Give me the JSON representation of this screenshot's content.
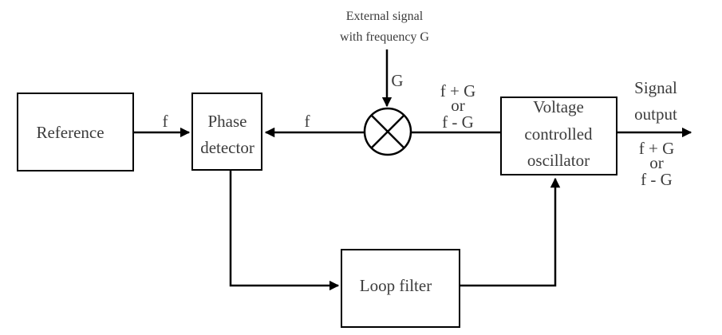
{
  "blocks": {
    "reference": "Reference",
    "phase_detector": [
      "Phase",
      "detector"
    ],
    "vco": [
      "Voltage",
      "controlled",
      "oscillator"
    ],
    "loop_filter": "Loop filter"
  },
  "external_signal": [
    "External signal",
    "with frequency G"
  ],
  "signals": {
    "ref_to_pd": "f",
    "mixer_to_pd": "f",
    "external_in": "G",
    "vco_to_mixer": [
      "f + G",
      "or",
      "f - G"
    ],
    "output_label": [
      "Signal",
      "output"
    ],
    "output_freq": [
      "f + G",
      "or",
      "f - G"
    ]
  },
  "icons": {
    "mixer": "mixer-circle-x-icon"
  },
  "colors": {
    "line": "#000000",
    "text": "#3c3c3c",
    "background": "#ffffff"
  }
}
